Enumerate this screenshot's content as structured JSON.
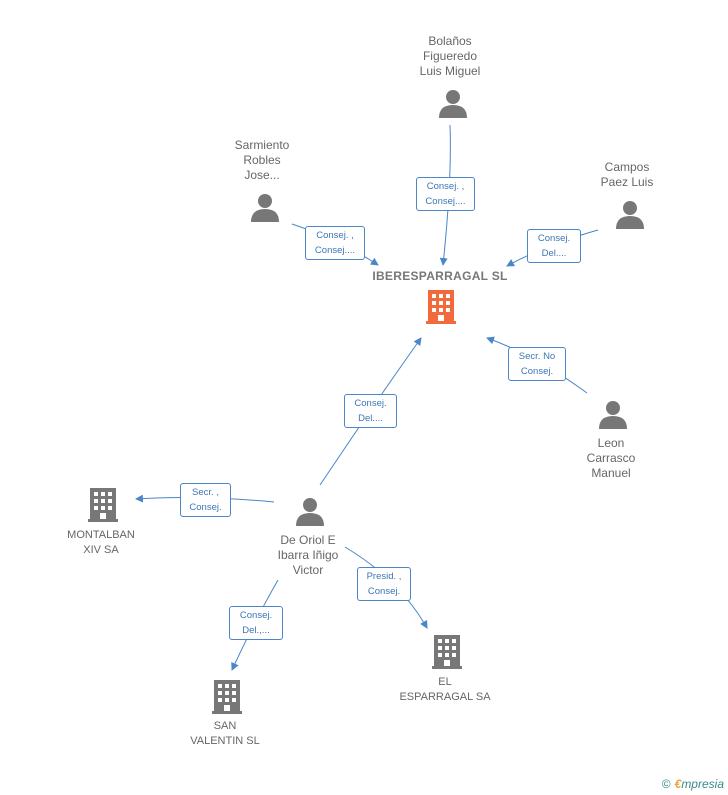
{
  "main_company": {
    "name": "IBERESPARRAGAL SL",
    "color": "#f26a3c"
  },
  "people": [
    {
      "id": "bolanos",
      "lines": [
        "Bolaños",
        "Figueredo",
        "Luis Miguel"
      ]
    },
    {
      "id": "sarmiento",
      "lines": [
        "Sarmiento",
        "Robles",
        "Jose..."
      ]
    },
    {
      "id": "campos",
      "lines": [
        "Campos",
        "Paez Luis"
      ]
    },
    {
      "id": "leon",
      "lines": [
        "Leon",
        "Carrasco",
        "Manuel"
      ]
    },
    {
      "id": "deoriol",
      "lines": [
        "De Oriol E",
        "Ibarra Iñigo",
        "Victor"
      ]
    }
  ],
  "companies": [
    {
      "id": "montalban",
      "lines": [
        "MONTALBAN",
        "XIV SA"
      ]
    },
    {
      "id": "esparragal",
      "lines": [
        "EL",
        "ESPARRAGAL SA"
      ]
    },
    {
      "id": "sanvalentin",
      "lines": [
        "SAN",
        "VALENTIN SL"
      ]
    }
  ],
  "relations": [
    {
      "id": "bolanos-main",
      "lines": [
        "Consej. ,",
        "Consej...."
      ]
    },
    {
      "id": "sarmiento-main",
      "lines": [
        "Consej. ,",
        "Consej...."
      ]
    },
    {
      "id": "campos-main",
      "lines": [
        "Consej.",
        "Del...."
      ]
    },
    {
      "id": "leon-main",
      "lines": [
        "Secr.  No",
        "Consej."
      ]
    },
    {
      "id": "deoriol-main",
      "lines": [
        "Consej.",
        "Del...."
      ]
    },
    {
      "id": "deoriol-montalban",
      "lines": [
        "Secr. ,",
        "Consej."
      ]
    },
    {
      "id": "deoriol-esparragal",
      "lines": [
        "Presid. ,",
        "Consej."
      ]
    },
    {
      "id": "deoriol-sanvalentin",
      "lines": [
        "Consej.",
        "Del.,..."
      ]
    }
  ],
  "colors": {
    "edge": "#4a86c8",
    "person_icon": "#777777",
    "company_icon": "#777777"
  },
  "footer": {
    "copyright_symbol": "©",
    "brand_first": "€",
    "brand_rest": "mpresia"
  }
}
